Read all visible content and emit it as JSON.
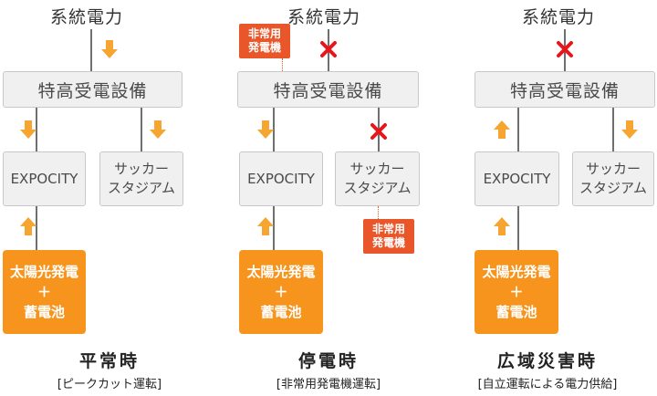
{
  "scenarios": [
    {
      "grid": "系統電力",
      "facility": "特高受電設備",
      "expocity": "EXPOCITY",
      "stadium_line1": "サッカー",
      "stadium_line2": "スタジアム",
      "solar_line1": "太陽光発電",
      "solar_line2": "＋",
      "solar_line3": "蓄電池",
      "caption": "平常時",
      "subcaption": "[ピークカット運転]"
    },
    {
      "grid": "系統電力",
      "facility": "特高受電設備",
      "expocity": "EXPOCITY",
      "stadium_line1": "サッカー",
      "stadium_line2": "スタジアム",
      "solar_line1": "太陽光発電",
      "solar_line2": "＋",
      "solar_line3": "蓄電池",
      "generator_line1": "非常用",
      "generator_line2": "発電機",
      "caption": "停電時",
      "subcaption": "[非常用発電機運転]"
    },
    {
      "grid": "系統電力",
      "facility": "特高受電設備",
      "expocity": "EXPOCITY",
      "stadium_line1": "サッカー",
      "stadium_line2": "スタジアム",
      "solar_line1": "太陽光発電",
      "solar_line2": "＋",
      "solar_line3": "蓄電池",
      "caption": "広域災害時",
      "subcaption": "[自立運転による電力供給]"
    }
  ],
  "colors": {
    "arrow": "#f7a531",
    "solar_box": "#f7941d",
    "generator_box": "#e8562a",
    "cross": "#e8151b",
    "box_fill": "#f0f0f0",
    "line": "#6f6f6f"
  },
  "icons": [
    "arrow-down-icon",
    "arrow-up-icon",
    "cross-icon"
  ]
}
